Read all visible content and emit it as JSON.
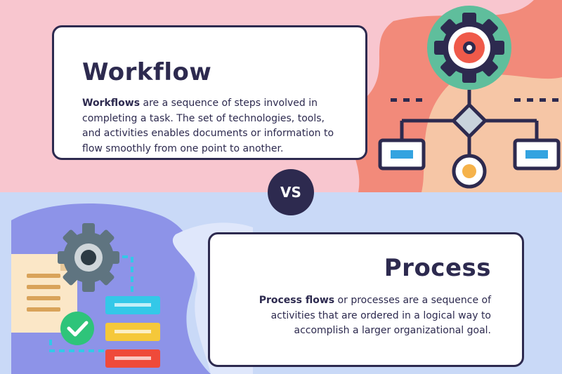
{
  "workflow": {
    "title": "Workflow",
    "desc_bold": "Workflows",
    "desc_rest": " are a sequence of steps involved in completing a task. The set of technologies, tools, and activities enables documents or information to flow smoothly from one point to another."
  },
  "badge": {
    "label": "VS"
  },
  "process": {
    "title": "Process",
    "desc_bold": "Process flows",
    "desc_rest": " or processes are a sequence of activities that are ordered in a logical way to accomplish a larger organizational goal."
  },
  "colors": {
    "navy": "#2d2a4f",
    "pink_bg": "#f8c6cf",
    "blue_bg": "#c9d9f7",
    "coral": "#f28a7a",
    "peach": "#f6c6a6",
    "gear_teal": "#5fbe9c",
    "gear_red": "#ef5a4a",
    "gear_gray": "#5f7480",
    "cyan": "#33c8e8",
    "yellow": "#f5c83a",
    "red_bar": "#ef4a3a",
    "check_green": "#2ec47a",
    "lavender": "#8d93e8"
  },
  "icons": {
    "workflow": [
      "gear-icon",
      "diamond-decision-icon",
      "flow-box-icon",
      "flow-circle-icon"
    ],
    "process": [
      "gear-icon",
      "document-icon",
      "checkmark-icon",
      "bar-list-icon"
    ]
  }
}
